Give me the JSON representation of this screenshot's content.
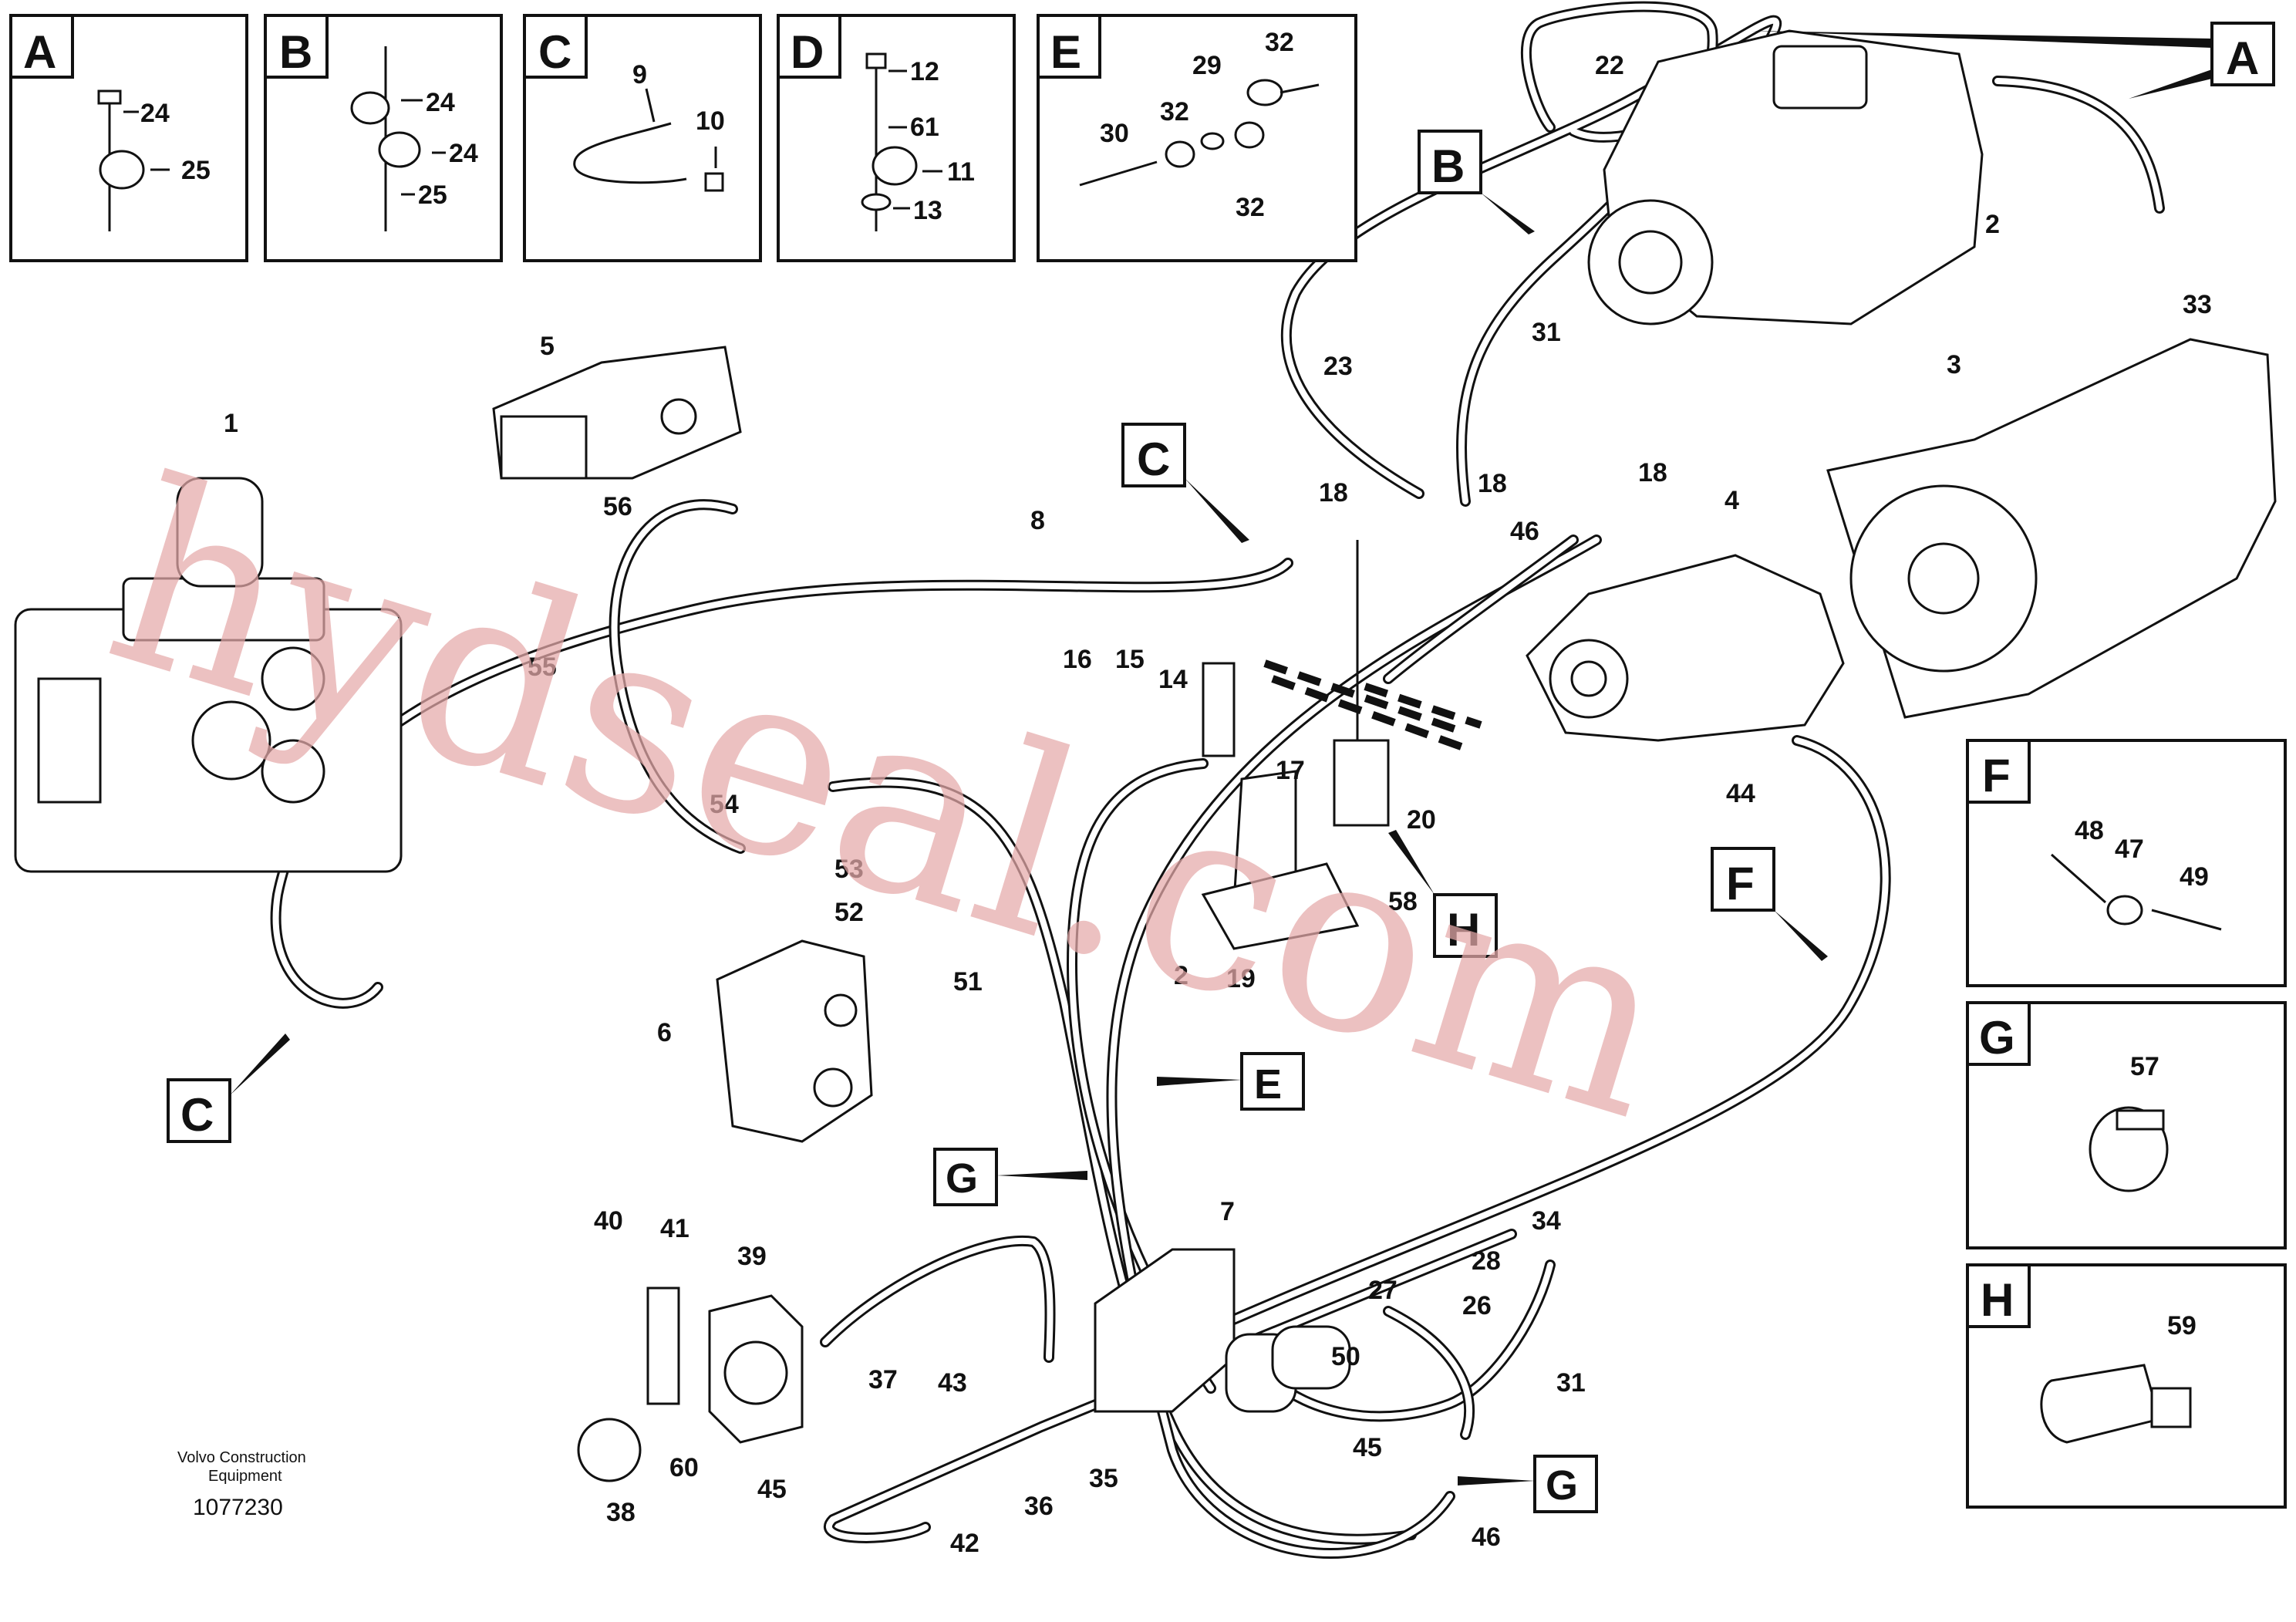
{
  "detail_boxes": {
    "A": {
      "letter": "A",
      "labels": [
        "24",
        "25"
      ]
    },
    "B": {
      "letter": "B",
      "labels": [
        "24",
        "24",
        "25"
      ]
    },
    "C": {
      "letter": "C",
      "labels": [
        "9",
        "10"
      ]
    },
    "D": {
      "letter": "D",
      "labels": [
        "12",
        "61",
        "11",
        "13"
      ]
    },
    "E": {
      "letter": "E",
      "labels": [
        "32",
        "29",
        "32",
        "30",
        "32"
      ]
    },
    "F": {
      "letter": "F",
      "labels": [
        "48",
        "47",
        "49"
      ]
    },
    "G": {
      "letter": "G",
      "labels": [
        "57"
      ]
    },
    "H": {
      "letter": "H",
      "labels": [
        "59"
      ]
    }
  },
  "callouts": {
    "A": "A",
    "B": "B",
    "C1": "C",
    "C2": "C",
    "E": "E",
    "F": "F",
    "G1": "G",
    "G2": "G",
    "H": "H"
  },
  "part_labels": [
    "1",
    "2",
    "2",
    "3",
    "4",
    "5",
    "6",
    "7",
    "8",
    "14",
    "15",
    "16",
    "17",
    "18",
    "18",
    "18",
    "19",
    "20",
    "22",
    "23",
    "26",
    "27",
    "28",
    "31",
    "31",
    "33",
    "34",
    "35",
    "36",
    "37",
    "38",
    "39",
    "40",
    "41",
    "42",
    "43",
    "44",
    "45",
    "45",
    "46",
    "46",
    "50",
    "51",
    "52",
    "53",
    "54",
    "55",
    "56",
    "58",
    "60"
  ],
  "footer": {
    "company": "Volvo Construction",
    "company2": "Equipment",
    "number": "1077230"
  },
  "watermark": "hydseal.com"
}
